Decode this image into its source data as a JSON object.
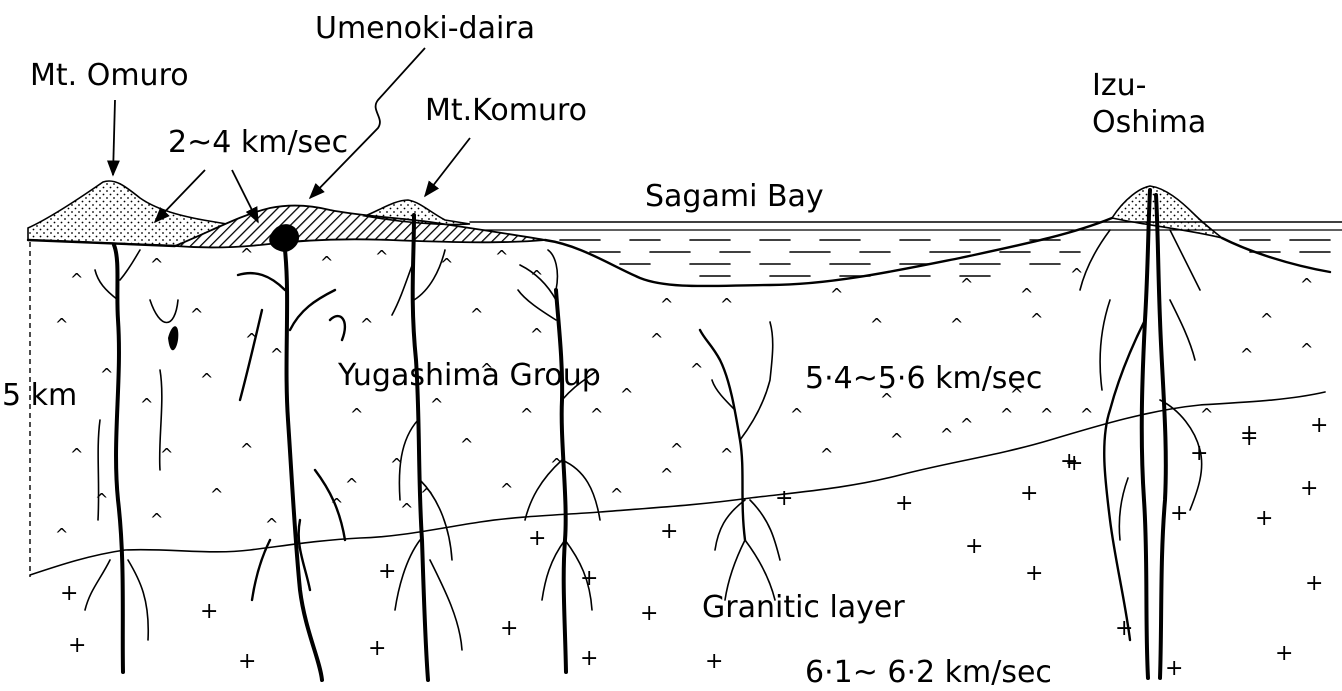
{
  "labels": {
    "mt_omuro": "Mt. Omuro",
    "umenoki_daira": "Umenoki-daira",
    "mt_komuro": "Mt.Komuro",
    "velocity_surface": "2~4 km/sec",
    "sagami_bay": "Sagami Bay",
    "izu_oshima_1": "Izu-",
    "izu_oshima_2": "Oshima",
    "yugashima_group": "Yugashima Group",
    "velocity_middle": "5·4~5·6 km/sec",
    "depth_scale": "5 km",
    "granitic_layer": "Granitic layer",
    "velocity_granitic": "6·1~ 6·2 km/sec"
  },
  "symbols": {
    "yugashima_mark": "^",
    "granitic_mark": "+"
  }
}
